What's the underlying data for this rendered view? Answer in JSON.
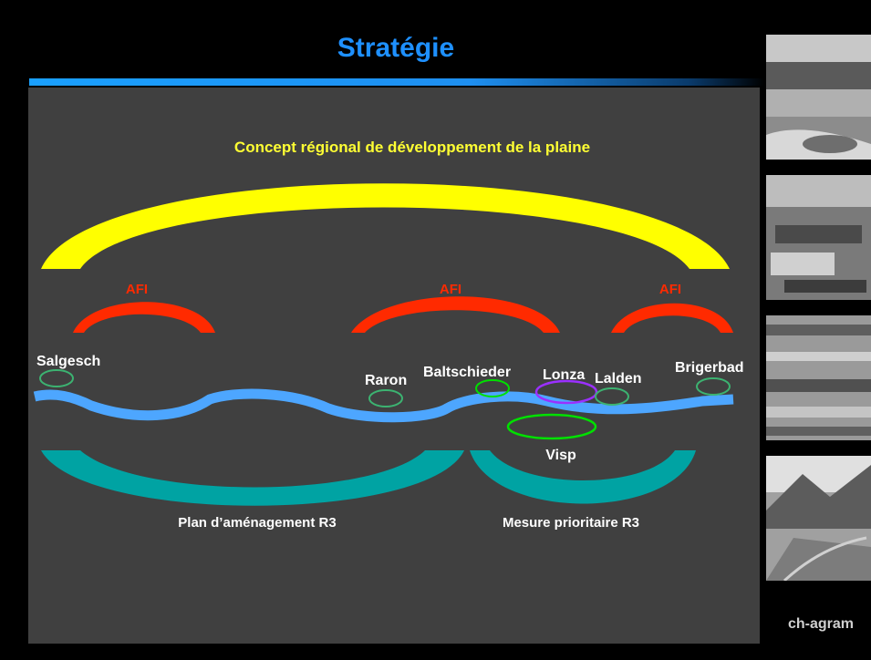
{
  "slide": {
    "title": "Stratégie",
    "brand": "ch-agram"
  },
  "diagram": {
    "concept_label": "Concept régional de développement de la plaine",
    "afi_labels": [
      "AFI",
      "AFI",
      "AFI"
    ],
    "places": {
      "salgesch": "Salgesch",
      "raron": "Raron",
      "baltschieder": "Baltschieder",
      "lonza": "Lonza",
      "lalden": "Lalden",
      "brigerbad": "Brigerbad",
      "visp": "Visp"
    },
    "bottom_labels": {
      "plan": "Plan d’aménagement R3",
      "mesure": "Mesure prioritaire R3"
    }
  },
  "colors": {
    "title": "#1e90ff",
    "concept_arc": "#ffff00",
    "afi_arc": "#ff2a00",
    "river": "#4da6ff",
    "teal_arc": "#00a3a3",
    "green_ellipse": "#3cb371",
    "bright_green_ellipse": "#00e000",
    "purple_ellipse": "#9b30ff"
  }
}
